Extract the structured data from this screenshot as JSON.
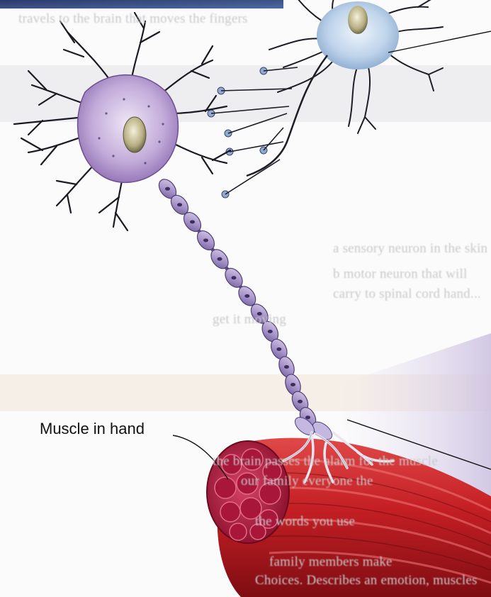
{
  "labels": {
    "muscle": "Muscle in hand"
  },
  "background_text": {
    "lines": [
      "travels to the brain that moves the fingers",
      "a  sensory neuron in the skin",
      "b  motor neuron that will",
      "    carry to spinal cord hand...",
      "    get it moving",
      "the brain passes the alarm for the muscle",
      "our family everyone the",
      "the words you use",
      "family members make",
      "Choices. Describes an emotion, muscles"
    ]
  },
  "colors": {
    "neuron_body": "#b9a1d8",
    "neuron_dendrite": "#1e1e24",
    "sensory_neuron": "#bcd0e8",
    "axon_segment": "#a99acb",
    "muscle": "#c3242a",
    "muscle_cross_section": "#b21e3e",
    "highlight_bg": "#dcd3e9"
  }
}
